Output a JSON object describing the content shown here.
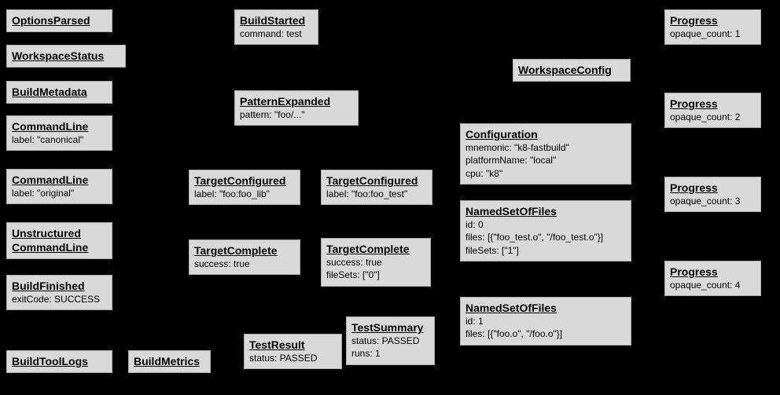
{
  "diagram": {
    "background_color": "#000000",
    "node_fill_color": "#d9d9d9",
    "node_text_color": "#000000"
  },
  "nodes": [
    {
      "title": "OptionsParsed",
      "lines": []
    },
    {
      "title": "WorkspaceStatus",
      "lines": []
    },
    {
      "title": "BuildMetadata",
      "lines": []
    },
    {
      "title": "CommandLine",
      "lines": [
        "label: \"canonical\""
      ]
    },
    {
      "title": "CommandLine",
      "lines": [
        "label: \"original\""
      ]
    },
    {
      "title": "Unstructured CommandLine",
      "lines": []
    },
    {
      "title": "BuildFinished",
      "lines": [
        "exitCode: SUCCESS"
      ]
    },
    {
      "title": "BuildToolLogs",
      "lines": []
    },
    {
      "title": "BuildMetrics",
      "lines": []
    },
    {
      "title": "BuildStarted",
      "lines": [
        "command: test"
      ]
    },
    {
      "title": "PatternExpanded",
      "lines": [
        "pattern: \"foo/...\""
      ]
    },
    {
      "title": "TargetConfigured",
      "lines": [
        "label: \"foo:foo_lib\""
      ]
    },
    {
      "title": "TargetComplete",
      "lines": [
        "success: true"
      ]
    },
    {
      "title": "TestResult",
      "lines": [
        "status: PASSED"
      ]
    },
    {
      "title": "TargetConfigured",
      "lines": [
        "label: \"foo:foo_test\""
      ]
    },
    {
      "title": "TargetComplete",
      "lines": [
        "success: true",
        "fileSets: [\"0\"]"
      ]
    },
    {
      "title": "TestSummary",
      "lines": [
        "status: PASSED",
        "runs: 1"
      ]
    },
    {
      "title": "WorkspaceConfig",
      "lines": []
    },
    {
      "title": "Configuration",
      "lines": [
        "mnemonic: \"k8-fastbuild\"",
        "platformName: \"local\"",
        "cpu: \"k8\""
      ]
    },
    {
      "title": "NamedSetOfFiles",
      "lines": [
        "id: 0",
        "files: [{\"foo_test.o\", \"/foo_test.o\"}]",
        "fileSets: [\"1\"]"
      ]
    },
    {
      "title": "NamedSetOfFiles",
      "lines": [
        "id: 1",
        "files: [{\"foo.o\", \"/foo.o\"}]"
      ]
    },
    {
      "title": "Progress",
      "lines": [
        "opaque_count: 1"
      ]
    },
    {
      "title": "Progress",
      "lines": [
        "opaque_count: 2"
      ]
    },
    {
      "title": "Progress",
      "lines": [
        "opaque_count: 3"
      ]
    },
    {
      "title": "Progress",
      "lines": [
        "opaque_count: 4"
      ]
    }
  ]
}
